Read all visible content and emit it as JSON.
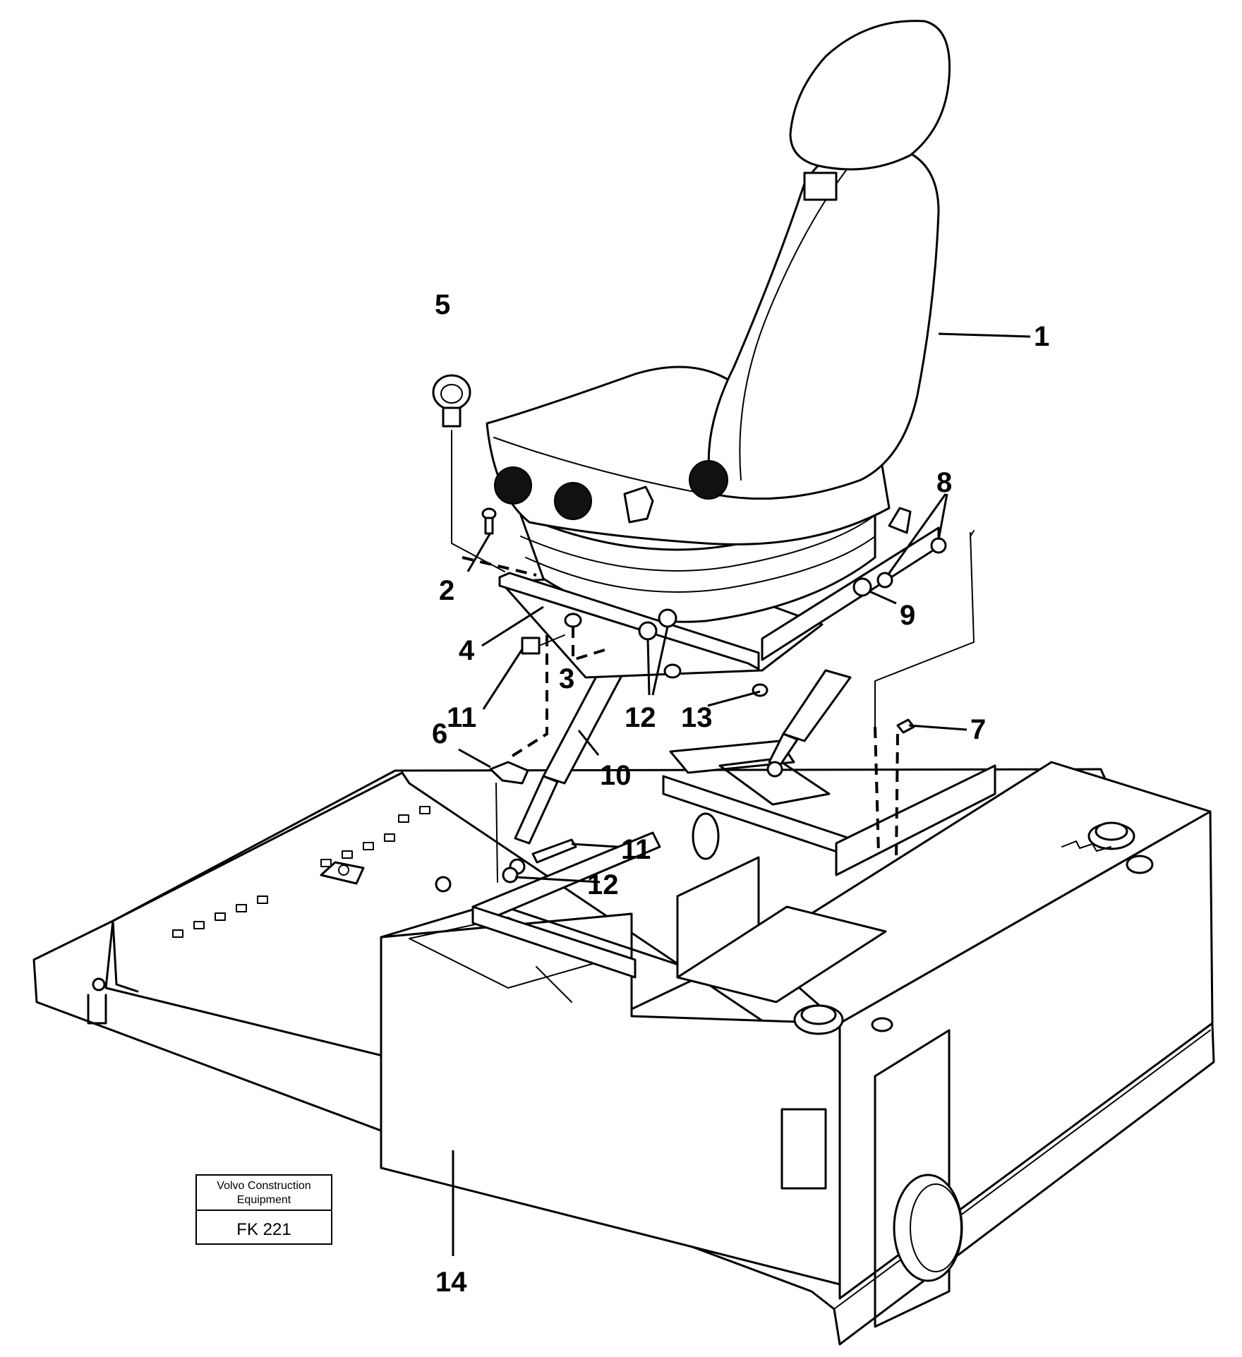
{
  "callouts": {
    "c1": "1",
    "c2": "2",
    "c3": "3",
    "c4": "4",
    "c5": "5",
    "c6": "6",
    "c7": "7",
    "c8": "8",
    "c9": "9",
    "c10": "10",
    "c11a": "11",
    "c11b": "11",
    "c12a": "12",
    "c12b": "12",
    "c13": "13",
    "c14": "14"
  },
  "stamp": {
    "company_line1": "Volvo Construction",
    "company_line2": "Equipment",
    "code": "FK 221"
  }
}
